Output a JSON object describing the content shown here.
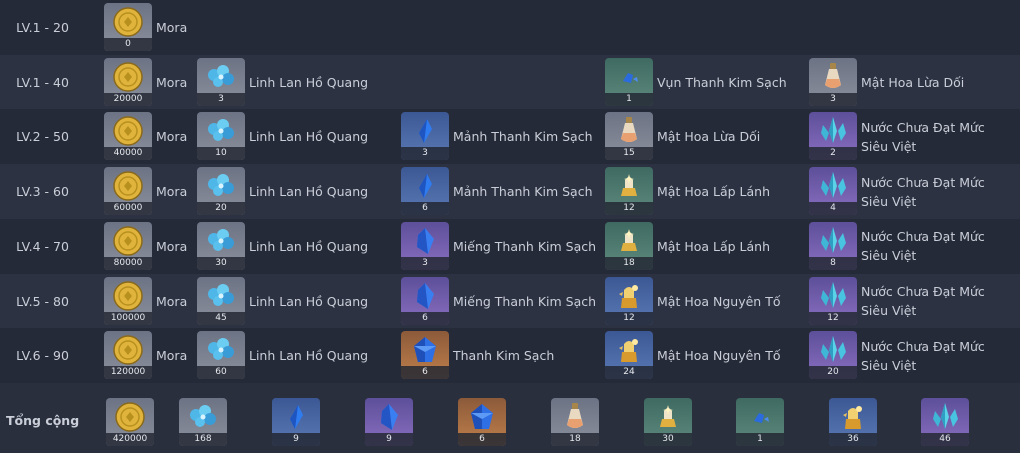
{
  "rows": [
    {
      "level": "LV.1 - 20",
      "items": [
        {
          "col": 0,
          "name": "Mora",
          "qty": "0",
          "icon": "mora-coin-icon",
          "rarity": "gray"
        }
      ]
    },
    {
      "level": "LV.1 - 40",
      "items": [
        {
          "col": 0,
          "name": "Mora",
          "qty": "20000",
          "icon": "mora-coin-icon",
          "rarity": "gray"
        },
        {
          "col": 1,
          "name": "Linh Lan Hồ Quang",
          "qty": "3",
          "icon": "flower-icon",
          "rarity": "gray"
        },
        {
          "col": 3,
          "name": "Vụn Thanh Kim Sạch",
          "qty": "1",
          "icon": "gem-sliver-icon",
          "rarity": "green"
        },
        {
          "col": 4,
          "name": "Mật Hoa Lừa Dối",
          "qty": "3",
          "icon": "nectar-bottle-icon",
          "rarity": "gray"
        }
      ]
    },
    {
      "level": "LV.2 - 50",
      "items": [
        {
          "col": 0,
          "name": "Mora",
          "qty": "40000",
          "icon": "mora-coin-icon",
          "rarity": "gray"
        },
        {
          "col": 1,
          "name": "Linh Lan Hồ Quang",
          "qty": "10",
          "icon": "flower-icon",
          "rarity": "gray"
        },
        {
          "col": 2,
          "name": "Mảnh Thanh Kim Sạch",
          "qty": "3",
          "icon": "gem-fragment-icon",
          "rarity": "blue"
        },
        {
          "col": 3,
          "name": "Mật Hoa Lừa Dối",
          "qty": "15",
          "icon": "nectar-bottle-icon",
          "rarity": "gray"
        },
        {
          "col": 4,
          "name": "Nước Chưa Đạt Mức Siêu Việt",
          "qty": "2",
          "icon": "crystal-cluster-icon",
          "rarity": "purple"
        }
      ]
    },
    {
      "level": "LV.3 - 60",
      "items": [
        {
          "col": 0,
          "name": "Mora",
          "qty": "60000",
          "icon": "mora-coin-icon",
          "rarity": "gray"
        },
        {
          "col": 1,
          "name": "Linh Lan Hồ Quang",
          "qty": "20",
          "icon": "flower-icon",
          "rarity": "gray"
        },
        {
          "col": 2,
          "name": "Mảnh Thanh Kim Sạch",
          "qty": "6",
          "icon": "gem-fragment-icon",
          "rarity": "blue"
        },
        {
          "col": 3,
          "name": "Mật Hoa Lấp Lánh",
          "qty": "12",
          "icon": "shimmering-nectar-icon",
          "rarity": "green"
        },
        {
          "col": 4,
          "name": "Nước Chưa Đạt Mức Siêu Việt",
          "qty": "4",
          "icon": "crystal-cluster-icon",
          "rarity": "purple"
        }
      ]
    },
    {
      "level": "LV.4 - 70",
      "items": [
        {
          "col": 0,
          "name": "Mora",
          "qty": "80000",
          "icon": "mora-coin-icon",
          "rarity": "gray"
        },
        {
          "col": 1,
          "name": "Linh Lan Hồ Quang",
          "qty": "30",
          "icon": "flower-icon",
          "rarity": "gray"
        },
        {
          "col": 2,
          "name": "Miếng Thanh Kim Sạch",
          "qty": "3",
          "icon": "gem-chunk-icon",
          "rarity": "purple"
        },
        {
          "col": 3,
          "name": "Mật Hoa Lấp Lánh",
          "qty": "18",
          "icon": "shimmering-nectar-icon",
          "rarity": "green"
        },
        {
          "col": 4,
          "name": "Nước Chưa Đạt Mức Siêu Việt",
          "qty": "8",
          "icon": "crystal-cluster-icon",
          "rarity": "purple"
        }
      ]
    },
    {
      "level": "LV.5 - 80",
      "items": [
        {
          "col": 0,
          "name": "Mora",
          "qty": "100000",
          "icon": "mora-coin-icon",
          "rarity": "gray"
        },
        {
          "col": 1,
          "name": "Linh Lan Hồ Quang",
          "qty": "45",
          "icon": "flower-icon",
          "rarity": "gray"
        },
        {
          "col": 2,
          "name": "Miếng Thanh Kim Sạch",
          "qty": "6",
          "icon": "gem-chunk-icon",
          "rarity": "purple"
        },
        {
          "col": 3,
          "name": "Mật Hoa Nguyên Tố",
          "qty": "12",
          "icon": "energy-nectar-icon",
          "rarity": "blue"
        },
        {
          "col": 4,
          "name": "Nước Chưa Đạt Mức Siêu Việt",
          "qty": "12",
          "icon": "crystal-cluster-icon",
          "rarity": "purple"
        }
      ]
    },
    {
      "level": "LV.6 - 90",
      "items": [
        {
          "col": 0,
          "name": "Mora",
          "qty": "120000",
          "icon": "mora-coin-icon",
          "rarity": "gray"
        },
        {
          "col": 1,
          "name": "Linh Lan Hồ Quang",
          "qty": "60",
          "icon": "flower-icon",
          "rarity": "gray"
        },
        {
          "col": 2,
          "name": "Thanh Kim Sạch",
          "qty": "6",
          "icon": "gem-gemstone-icon",
          "rarity": "orange"
        },
        {
          "col": 3,
          "name": "Mật Hoa Nguyên Tố",
          "qty": "24",
          "icon": "energy-nectar-icon",
          "rarity": "blue"
        },
        {
          "col": 4,
          "name": "Nước Chưa Đạt Mức Siêu Việt",
          "qty": "20",
          "icon": "crystal-cluster-icon",
          "rarity": "purple"
        }
      ]
    }
  ],
  "total": {
    "label": "Tổng cộng",
    "items": [
      {
        "qty": "420000",
        "icon": "mora-coin-icon",
        "rarity": "gray"
      },
      {
        "qty": "168",
        "icon": "flower-icon",
        "rarity": "gray"
      },
      {
        "qty": "9",
        "icon": "gem-fragment-icon",
        "rarity": "blue"
      },
      {
        "qty": "9",
        "icon": "gem-chunk-icon",
        "rarity": "purple"
      },
      {
        "qty": "6",
        "icon": "gem-gemstone-icon",
        "rarity": "orange"
      },
      {
        "qty": "18",
        "icon": "nectar-bottle-icon",
        "rarity": "gray"
      },
      {
        "qty": "30",
        "icon": "shimmering-nectar-icon",
        "rarity": "green"
      },
      {
        "qty": "1",
        "icon": "gem-sliver-icon",
        "rarity": "green"
      },
      {
        "qty": "36",
        "icon": "energy-nectar-icon",
        "rarity": "blue"
      },
      {
        "qty": "46",
        "icon": "crystal-cluster-icon",
        "rarity": "purple"
      }
    ]
  }
}
